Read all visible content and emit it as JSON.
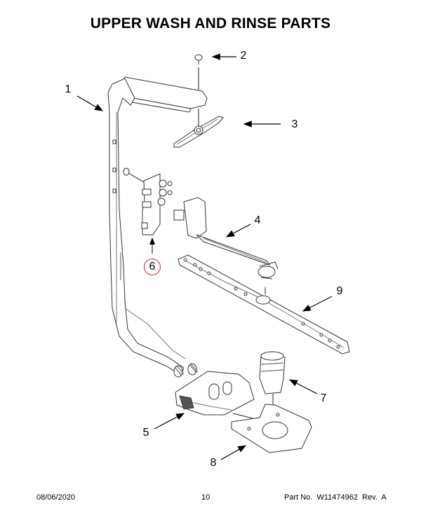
{
  "page": {
    "title": "UPPER WASH AND RINSE PARTS"
  },
  "diagram": {
    "callouts": [
      {
        "number": "1",
        "part": "upper-supply-tube"
      },
      {
        "number": "2",
        "part": "cap"
      },
      {
        "number": "3",
        "part": "upper-spray-arm"
      },
      {
        "number": "4",
        "part": "diverter-assembly"
      },
      {
        "number": "5",
        "part": "manifold"
      },
      {
        "number": "6",
        "part": "valve-bracket",
        "highlighted": true
      },
      {
        "number": "7",
        "part": "filter"
      },
      {
        "number": "8",
        "part": "gasket-plate"
      },
      {
        "number": "9",
        "part": "lower-spray-arm"
      }
    ],
    "highlight_color": "#d9232e"
  },
  "footer": {
    "date": "08/06/2020",
    "page_number": "10",
    "part_info": "Part No.  W11474962  Rev.  A"
  }
}
